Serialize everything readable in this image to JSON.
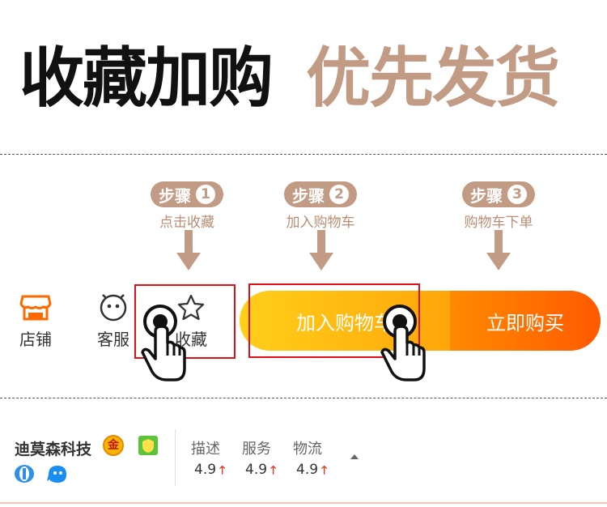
{
  "headline": {
    "part1": "收藏加购",
    "part2": "优先发货"
  },
  "steps": [
    {
      "badge": "步骤",
      "num": "1",
      "desc": "点击收藏"
    },
    {
      "badge": "步骤",
      "num": "2",
      "desc": "加入购物车"
    },
    {
      "badge": "步骤",
      "num": "3",
      "desc": "购物车下单"
    }
  ],
  "bottom_bar": {
    "shop_label": "店铺",
    "service_label": "客服",
    "favorite_label": "收藏",
    "add_to_cart_label": "加入购物车",
    "buy_now_label": "立即购买"
  },
  "shop": {
    "name": "迪莫森科技",
    "badge_gold": "金",
    "metrics": [
      {
        "label": "描述",
        "value": "4.9"
      },
      {
        "label": "服务",
        "value": "4.9"
      },
      {
        "label": "物流",
        "value": "4.9"
      }
    ]
  },
  "colors": {
    "accent_brown": "#c29b85",
    "cart_yellow": "#ffc412",
    "buy_orange": "#ff6a00",
    "highlight_red": "#e01018"
  }
}
